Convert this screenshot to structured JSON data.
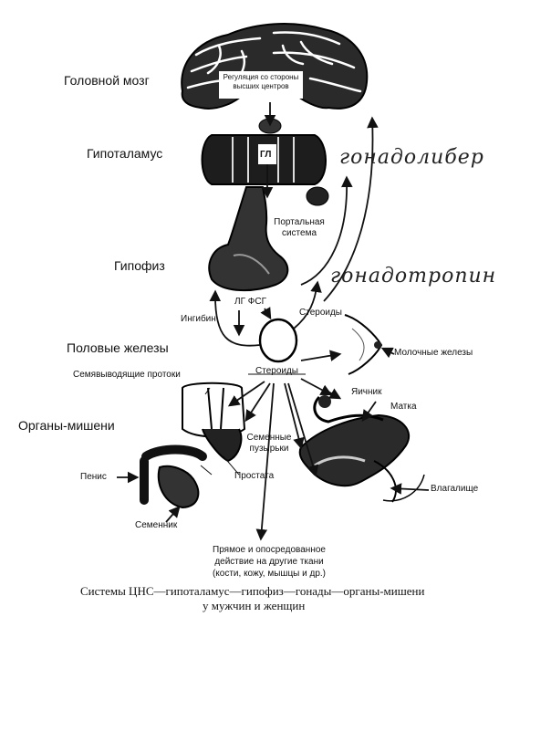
{
  "labels": {
    "brain": "Головной мозг",
    "brain_reg_1": "Регуляция со стороны",
    "brain_reg_2": "высших центров",
    "hypothalamus": "Гипоталамус",
    "gl": "ГЛ",
    "portal_1": "Портальная",
    "portal_2": "система",
    "pituitary": "Гипофиз",
    "lg_fsg": "ЛГ ФСГ",
    "inhibin": "Ингибин",
    "steroids_top": "Стероиды",
    "gonads": "Половые железы",
    "mammary": "Молочные железы",
    "steroids_mid": "Стероиды",
    "vas_deferens": "Семявыводящие протоки",
    "ovary": "Яичник",
    "uterus": "Матка",
    "target_organs": "Органы-мишени",
    "seminal_1": "Семенные",
    "seminal_2": "пузырьки",
    "penis": "Пенис",
    "prostate": "Простата",
    "vagina": "Влагалище",
    "testis": "Семенник",
    "effect_1": "Прямое и опосредованное",
    "effect_2": "действие на другие ткани",
    "effect_3": "(кости, кожу, мышцы и др.)"
  },
  "handwritten": {
    "top": "гонадолибер",
    "bottom": "гонадотропин"
  },
  "caption": {
    "line1": "Системы ЦНС—гипоталамус—гипофиз—гонады—органы-мишени",
    "line2": "у мужчин и женщин"
  }
}
